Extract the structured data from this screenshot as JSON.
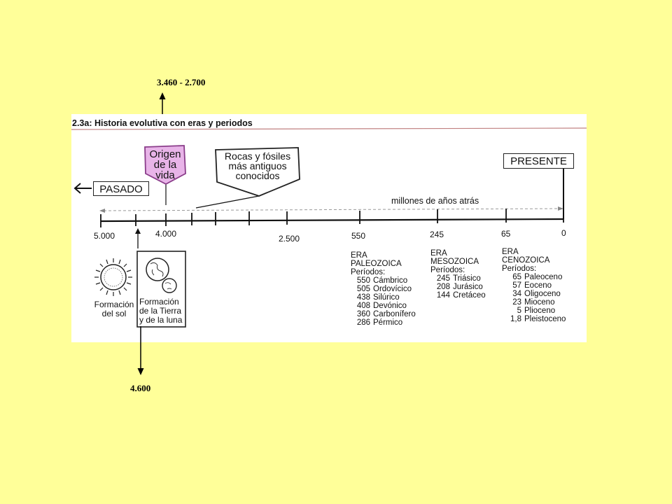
{
  "annotations": {
    "top": "3.460 - 2.700",
    "bottom": "4.600"
  },
  "figure": {
    "title": "2.3a: Historia evolutiva con eras y periodos",
    "origin_label": [
      "Origen",
      "de la",
      "vida"
    ],
    "rocks_label": [
      "Rocas y fósiles",
      "más antiguos",
      "conocidos"
    ],
    "pasado": "PASADO",
    "presente": "PRESENTE",
    "axis_label": "millones de años atrás",
    "ticks": [
      "5.000",
      "4.000",
      "2.500",
      "550",
      "245",
      "65",
      "0"
    ],
    "sun_caption": [
      "Formación",
      "del sol"
    ],
    "earth_caption": [
      "Formación",
      "de la Tierra",
      "y de la luna"
    ],
    "eras": [
      {
        "heading": [
          "ERA",
          "PALEOZOICA"
        ],
        "periods_label": "Períodos:",
        "periods": [
          {
            "n": "550",
            "name": "Cámbrico"
          },
          {
            "n": "505",
            "name": "Ordovícico"
          },
          {
            "n": "438",
            "name": "Silúrico"
          },
          {
            "n": "408",
            "name": "Devónico"
          },
          {
            "n": "360",
            "name": "Carbonífero"
          },
          {
            "n": "286",
            "name": "Pérmico"
          }
        ]
      },
      {
        "heading": [
          "ERA",
          "MESOZOICA"
        ],
        "periods_label": "Períodos:",
        "periods": [
          {
            "n": "245",
            "name": "Triásico"
          },
          {
            "n": "208",
            "name": "Jurásico"
          },
          {
            "n": "144",
            "name": "Cretáceo"
          }
        ]
      },
      {
        "heading": [
          "ERA",
          "CENOZOICA"
        ],
        "periods_label": "Períodos:",
        "periods": [
          {
            "n": "65",
            "name": "Paleoceno"
          },
          {
            "n": "57",
            "name": "Eoceno"
          },
          {
            "n": "34",
            "name": "Oligoceno"
          },
          {
            "n": "23",
            "name": "Mioceno"
          },
          {
            "n": "5",
            "name": "Plioceno"
          },
          {
            "n": "1,8",
            "name": "Pleistoceno"
          }
        ]
      }
    ]
  },
  "colors": {
    "background": "#ffff99",
    "origin_fill": "#e8b4e8",
    "origin_border": "#8a3d8a",
    "title_rule": "#c08080"
  }
}
